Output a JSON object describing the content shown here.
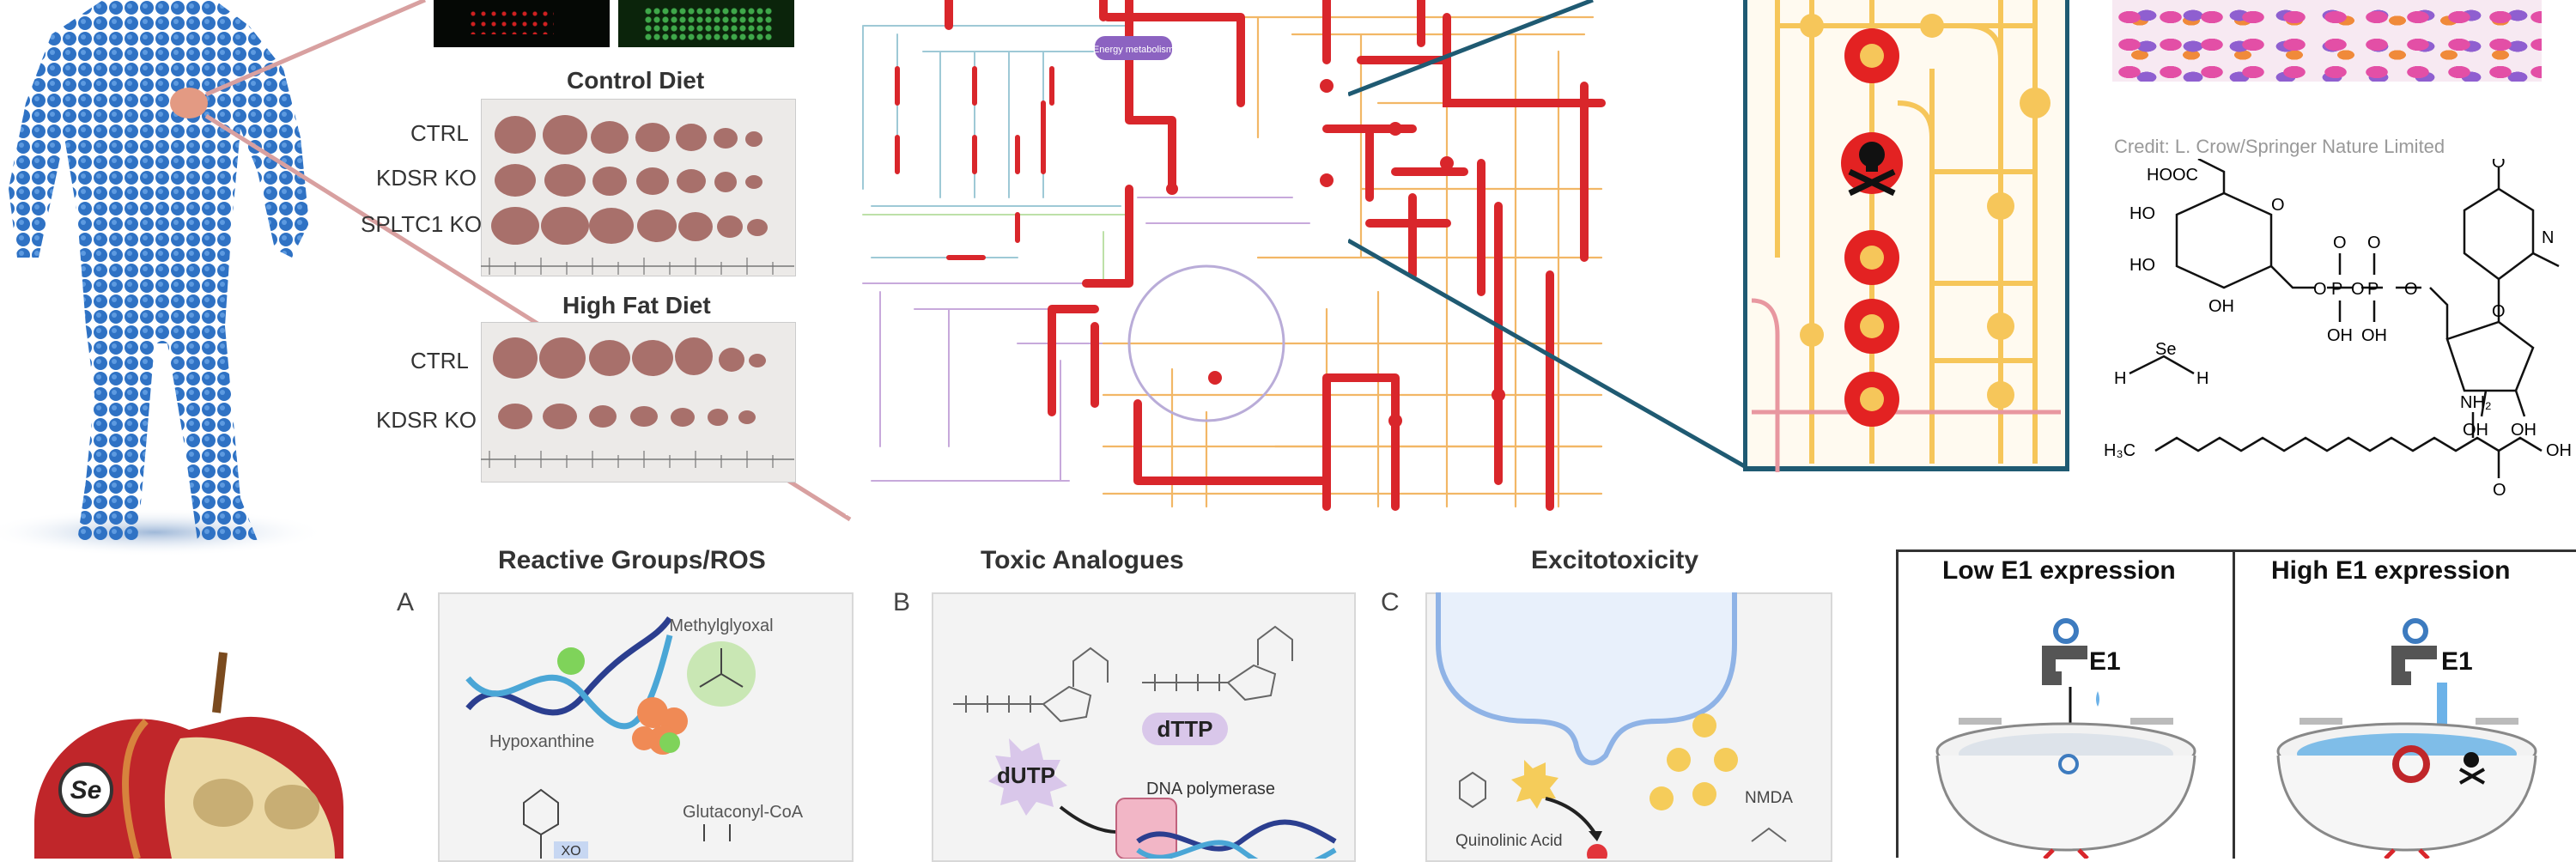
{
  "diet_panel": {
    "control_title": "Control Diet",
    "control_rows": [
      "CTRL",
      "KDSR KO",
      "SPLTC1 KO"
    ],
    "highfat_title": "High Fat Diet",
    "highfat_rows": [
      "CTRL",
      "KDSR KO"
    ]
  },
  "metabolic_map": {
    "highlight_label": "Energy metabolism"
  },
  "credit": "Credit: L. Crow/Springer Nature Limited",
  "molecules": {
    "cooh": "HOOC",
    "ho1": "HO",
    "ho2": "HO",
    "oh1": "OH",
    "oh_p1": "OH",
    "oh_p2": "OH",
    "o_ring": "O",
    "o_link1": "O",
    "o_link2": "O",
    "o_link3": "O",
    "p1": "P",
    "p2": "P",
    "o_top1": "O",
    "o_top2": "O",
    "o_uracil": "O",
    "n_uracil": "N",
    "o_sugar": "O",
    "oh_sugar1": "OH",
    "oh_sugar2": "OH",
    "h2se_h1": "H",
    "h2se_se": "Se",
    "h2se_h2": "H",
    "chain_h3c": "H₃C",
    "chain_nh2": "NH₂",
    "chain_oh": "OH",
    "chain_o": "O"
  },
  "panels": {
    "a": {
      "letter": "A",
      "title": "Reactive Groups/ROS",
      "methylglyoxal": "Methylglyoxal",
      "hypoxanthine": "Hypoxanthine",
      "glutaconyl": "Glutaconyl-CoA",
      "xo": "XO"
    },
    "b": {
      "letter": "B",
      "title": "Toxic Analogues",
      "dutp": "dUTP",
      "dttp": "dTTP",
      "polymerase": "DNA polymerase"
    },
    "c": {
      "letter": "C",
      "title": "Excitotoxicity",
      "quinolinic": "Quinolinic Acid",
      "nmda": "NMDA"
    }
  },
  "sinks": {
    "low_title": "Low E1 expression",
    "high_title": "High E1 expression",
    "e1_low": "E1",
    "e1_high": "E1"
  },
  "apple_label": "Se",
  "colors": {
    "body_blue": "#2f72c4",
    "map_red": "#d9262b",
    "map_orange": "#f3a63b",
    "zoom_teal": "#1f5a72",
    "zoom_yellow": "#f6c65a",
    "apple_red": "#c0262a"
  }
}
